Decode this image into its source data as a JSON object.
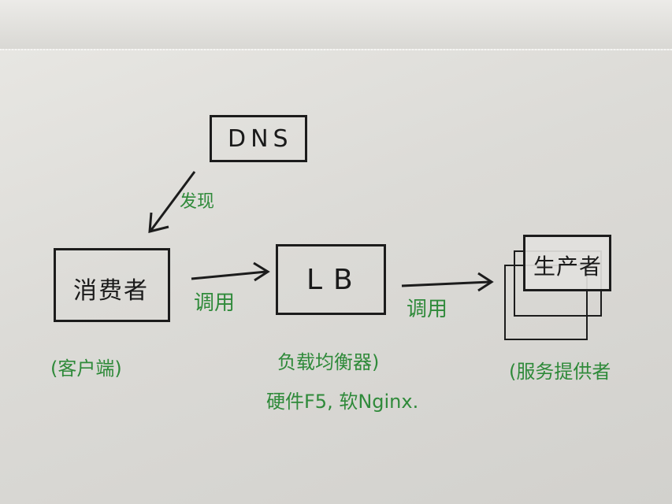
{
  "nodes": {
    "dns": "DNS",
    "consumer": "消费者",
    "lb": "LB",
    "producer": "生产者"
  },
  "edges": {
    "dns_to_consumer": "发现",
    "consumer_to_lb": "调用",
    "lb_to_producer": "调用"
  },
  "notes": {
    "client": "(客户端)",
    "lb_desc": "负载均衡器)",
    "lb_impl": "硬件F5, 软Nginx.",
    "provider": "(服务提供者"
  },
  "colors": {
    "ink": "#1c1c1c",
    "green_ink": "#2f8a3a",
    "paper": "#e2e1dd"
  }
}
